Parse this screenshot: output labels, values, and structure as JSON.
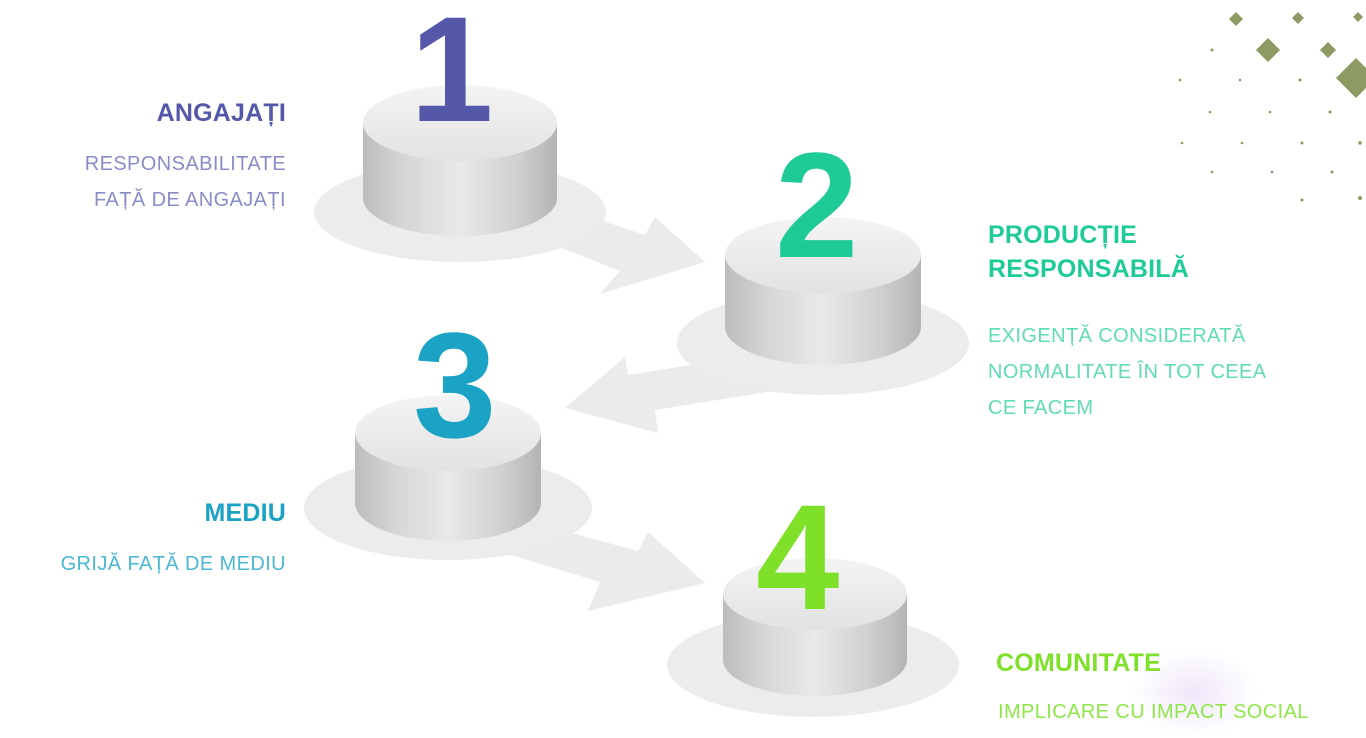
{
  "colors": {
    "step1": "#5557a8",
    "step1_light": "#8a8cc8",
    "step2": "#1ecb96",
    "step2_light": "#5fdcb3",
    "step3": "#1aa3c4",
    "step3_light": "#4bb8d3",
    "step4": "#7fe02a",
    "step4_light": "#8ee64a",
    "decor": "#8d9a63",
    "arrow": "#eaebeb",
    "disc": "#ececec"
  },
  "steps": [
    {
      "number": "1",
      "title": "ANGAJAȚI",
      "desc_lines": [
        "RESPONSABILITATE",
        "FAȚĂ DE ANGAJAȚI"
      ]
    },
    {
      "number": "2",
      "title_lines": [
        "PRODUCȚIE",
        "RESPONSABILĂ"
      ],
      "desc_lines": [
        "EXIGENȚĂ CONSIDERATĂ",
        "NORMALITATE ÎN TOT CEEA",
        "CE FACEM"
      ]
    },
    {
      "number": "3",
      "title": "MEDIU",
      "desc_lines": [
        "GRIJĂ FAȚĂ DE MEDIU"
      ]
    },
    {
      "number": "4",
      "title": "COMUNITATE",
      "desc_lines": [
        "IMPLICARE CU IMPACT SOCIAL"
      ]
    }
  ],
  "decor": {
    "icon": "diamond-dot-pattern"
  }
}
